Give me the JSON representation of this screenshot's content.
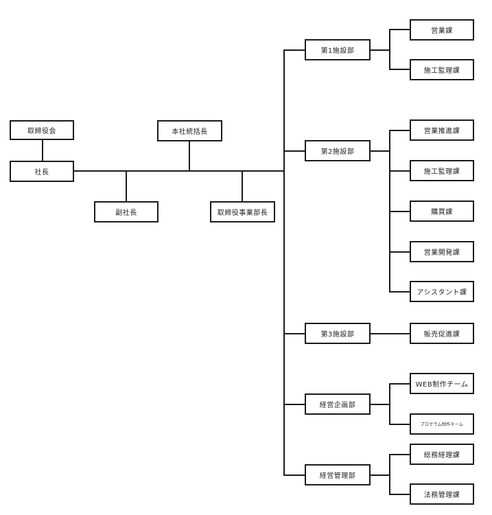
{
  "nodes": {
    "board": "取締役会",
    "president": "社長",
    "hq_director": "本社統括長",
    "vice_president": "副社長",
    "director_div_head": "取締役事業部長",
    "dept1": "第1施設部",
    "dept1_sales": "営業課",
    "dept1_supervision": "施工監理課",
    "dept2": "第2施設部",
    "dept2_sales_promo": "営業推進課",
    "dept2_supervision": "施工監理課",
    "dept2_purchasing": "購買課",
    "dept2_sales_dev": "営業開発課",
    "dept2_assistant": "アシスタント課",
    "dept3": "第3施設部",
    "dept3_sales_promo": "販売促進課",
    "planning": "経営企画部",
    "planning_web": "WEB制作チーム",
    "planning_program": "プログラム制作チーム",
    "management": "経営管理部",
    "management_general": "総務経理課",
    "management_legal": "法務管理課"
  }
}
